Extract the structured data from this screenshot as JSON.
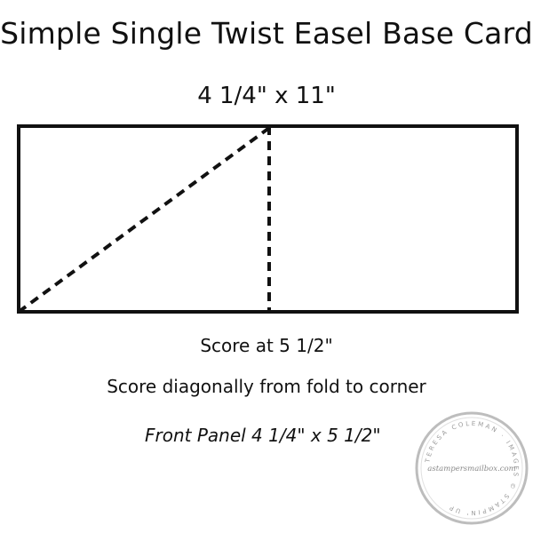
{
  "title": "Simple Single Twist Easel Base Card",
  "dimensions": "4 1/4\"  x  11\"",
  "notes": {
    "score_at": "Score at 5 1/2\"",
    "score_diagonal": "Score diagonally from fold to corner",
    "front_panel": "Front Panel  4 1/4\" x 5 1/2\""
  },
  "watermark": {
    "outer_text": "TERESA COLEMAN · IMAGES © STAMPIN' UP",
    "center_text": "astampersmailbox.com"
  },
  "colors": {
    "line": "#111111",
    "background": "#ffffff",
    "watermark_ring": "#bdbdbd",
    "watermark_text": "#9a9a9a"
  }
}
